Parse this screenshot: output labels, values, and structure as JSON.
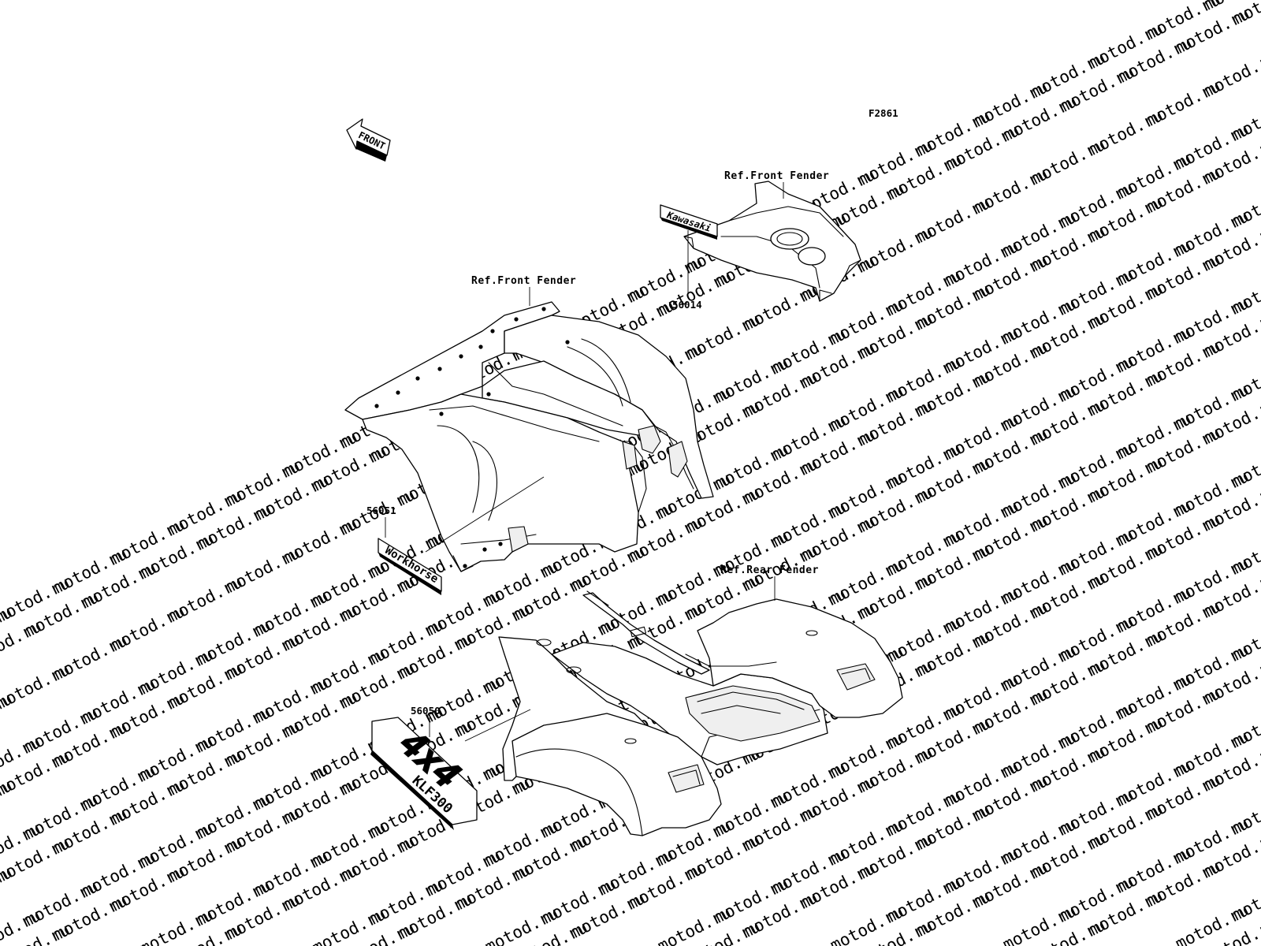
{
  "figure_code": "F2861",
  "watermark": "motod.ru",
  "front_arrow": {
    "label": "FRONT"
  },
  "ref_labels": {
    "front_fender_upper": "Ref.Front Fender",
    "front_fender_lower": "Ref.Front Fender",
    "rear_fender": "Ref.Rear Fender"
  },
  "callouts": {
    "kawasaki_label": "56014",
    "workhorse_label": "56051",
    "four_by_four_label": "56050"
  },
  "decals": {
    "kawasaki": "Kawasaki",
    "workhorse": "Workhorse",
    "four_by_four": "4x4",
    "model": "KLF300"
  }
}
